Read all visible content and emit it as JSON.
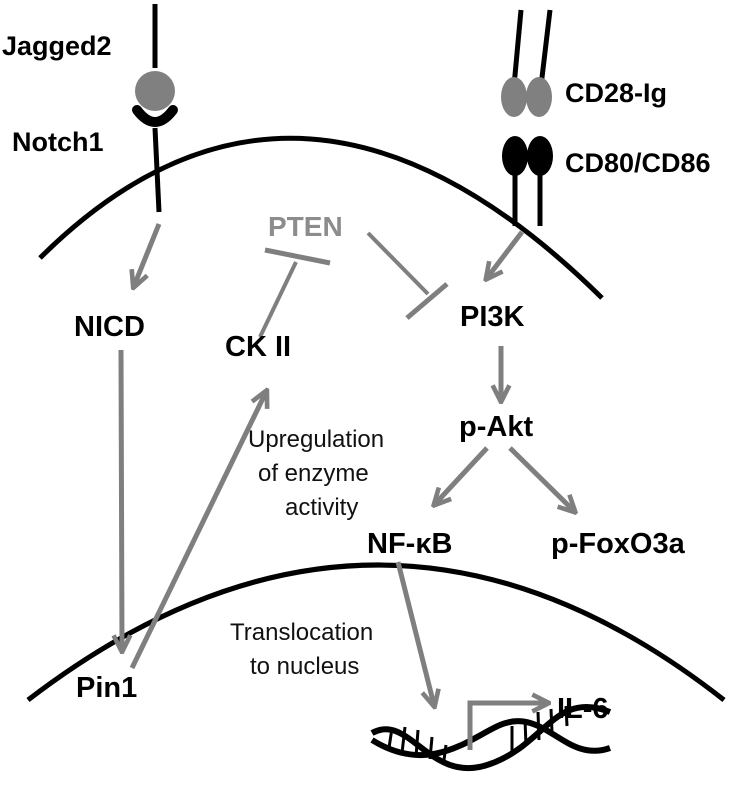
{
  "labels": {
    "jagged2": "Jagged2",
    "notch1": "Notch1",
    "cd28ig": "CD28-Ig",
    "cd80cd86": "CD80/CD86",
    "pten": "PTEN",
    "pi3k": "PI3K",
    "nicd": "NICD",
    "ck2": "CK II",
    "pakt": "p-Akt",
    "nfkb": "NF-κB",
    "pfoxo3a": "p-FoxO3a",
    "pin1": "Pin1",
    "il6": "IL-6"
  },
  "annotations": {
    "upregulation_lines": [
      "Upregulation",
      "of enzyme",
      "activity"
    ],
    "translocation_lines": [
      "Translocation",
      "to nucleus"
    ]
  },
  "colors": {
    "arrow": "#7f7f7f",
    "membrane": "#000000",
    "ligand": "#808080",
    "receptor": "#000000",
    "pten_text": "#8c8c8c"
  }
}
